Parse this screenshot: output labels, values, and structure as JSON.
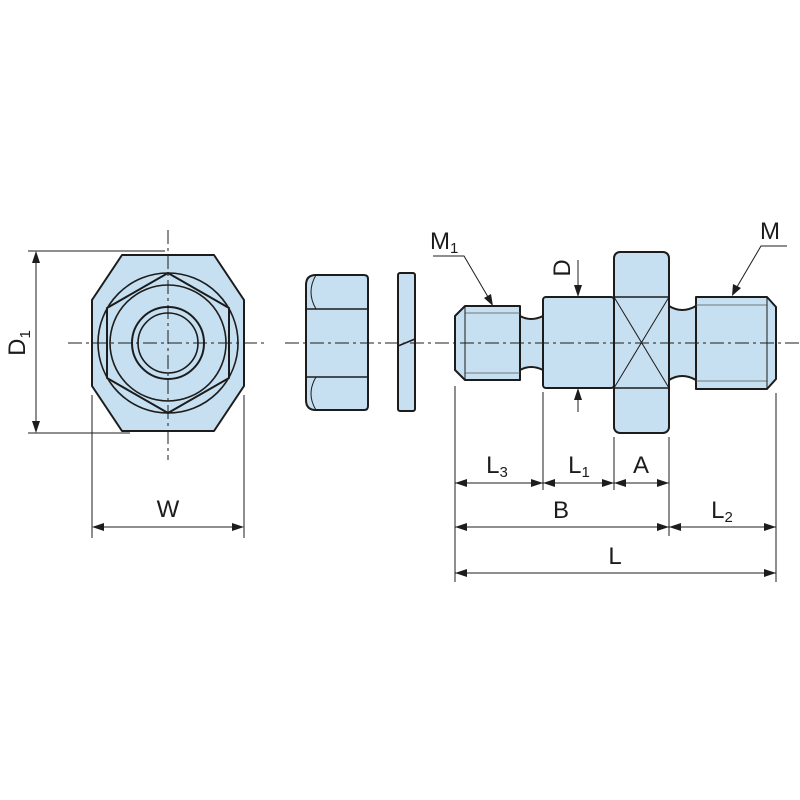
{
  "colors": {
    "part_fill": "#c7e0f1",
    "line": "#1c1c1c",
    "background": "#ffffff"
  },
  "labels": {
    "d1": {
      "main": "D",
      "sub": "1"
    },
    "w": {
      "main": "W"
    },
    "m1": {
      "main": "M",
      "sub": "1"
    },
    "m": {
      "main": "M"
    },
    "d": {
      "main": "D"
    },
    "l3": {
      "main": "L",
      "sub": "3"
    },
    "l1": {
      "main": "L",
      "sub": "1"
    },
    "a": {
      "main": "A"
    },
    "b": {
      "main": "B"
    },
    "l2": {
      "main": "L",
      "sub": "2"
    },
    "l": {
      "main": "L"
    }
  }
}
